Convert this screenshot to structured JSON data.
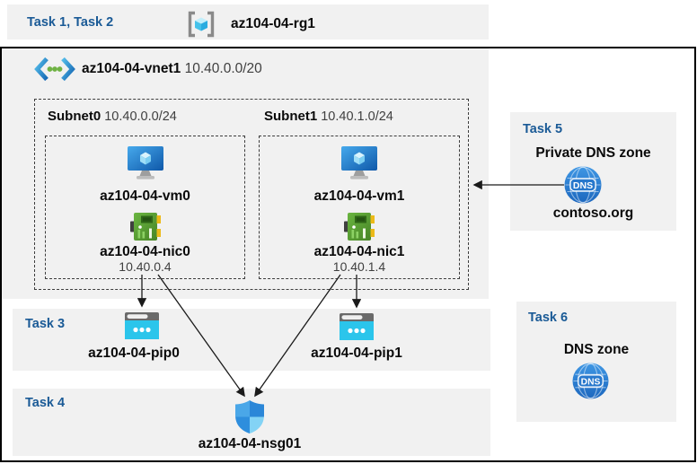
{
  "header": {
    "tasks": "Task 1, Task 2",
    "resource_group": "az104-04-rg1"
  },
  "vnet": {
    "name": "az104-04-vnet1",
    "cidr": "10.40.0.0/20",
    "subnets": [
      {
        "name": "Subnet0",
        "cidr": "10.40.0.0/24",
        "vm": "az104-04-vm0",
        "nic": "az104-04-nic0",
        "ip": "10.40.0.4"
      },
      {
        "name": "Subnet1",
        "cidr": "10.40.1.0/24",
        "vm": "az104-04-vm1",
        "nic": "az104-04-nic1",
        "ip": "10.40.1.4"
      }
    ]
  },
  "task3": {
    "label": "Task 3",
    "pips": [
      "az104-04-pip0",
      "az104-04-pip1"
    ]
  },
  "task4": {
    "label": "Task 4",
    "nsg": "az104-04-nsg01"
  },
  "task5": {
    "label": "Task 5",
    "title": "Private DNS zone",
    "zone": "contoso.org"
  },
  "task6": {
    "label": "Task 6",
    "title": "DNS zone"
  },
  "icons": {
    "resource_group": "resource-group-bracket-cube",
    "vnet": "vnet-chevron-dots",
    "vm": "vm-monitor-cube",
    "nic": "network-interface-card",
    "public_ip": "public-ip-browser",
    "nsg": "nsg-shield",
    "dns": "dns-globe",
    "dns_text": "DNS"
  },
  "colors": {
    "task_heading_blue": "#1a5a96",
    "panel_gray": "#f1f1f1",
    "frame_black": "#000000",
    "vm_blue": "#1160ae",
    "nic_green": "#56a032",
    "pip_cyan": "#2bc5eb",
    "dns_blue": "#2e7fd2"
  }
}
